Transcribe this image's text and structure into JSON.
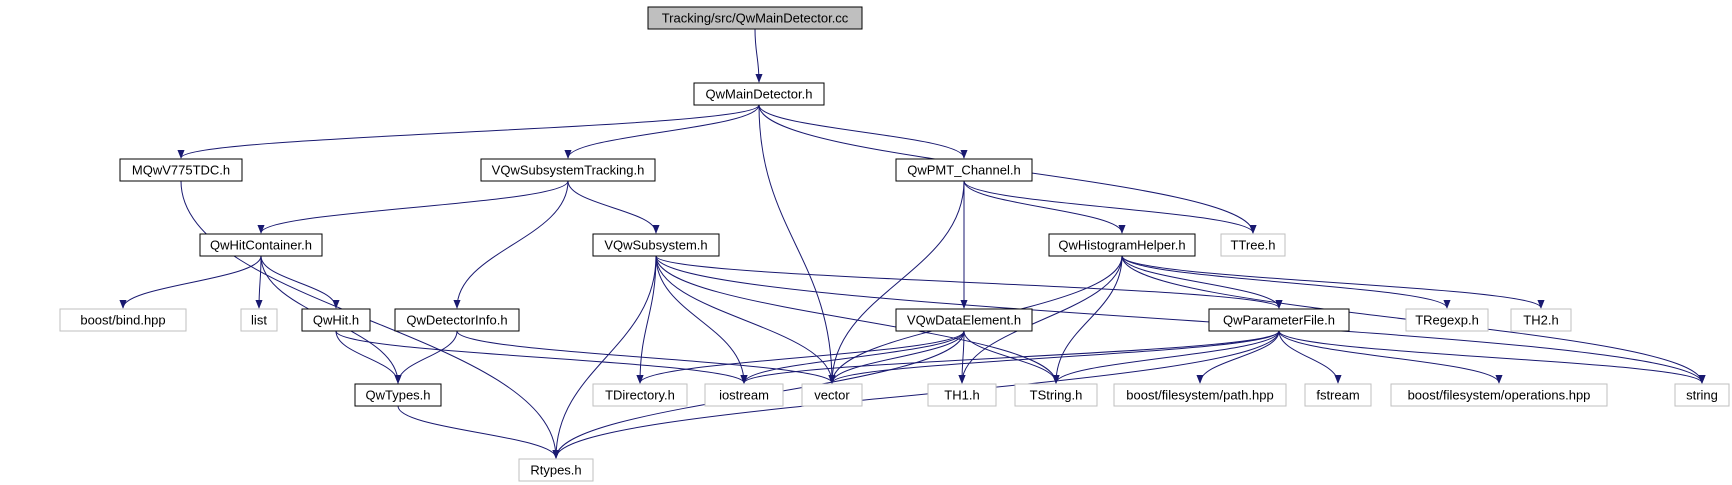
{
  "title": "Tracking/src/QwMainDetector.cc",
  "colors": {
    "edge": "#191970",
    "root_fill": "#bfbfbf",
    "node_border": "#000000",
    "external_border": "#bfbfbf",
    "text": "#000000"
  },
  "nodes": [
    {
      "id": "root",
      "label": "Tracking/src/QwMainDetector.cc",
      "kind": "root"
    },
    {
      "id": "main",
      "label": "QwMainDetector.h",
      "kind": "internal"
    },
    {
      "id": "mqw",
      "label": "MQwV775TDC.h",
      "kind": "internal"
    },
    {
      "id": "vst",
      "label": "VQwSubsystemTracking.h",
      "kind": "internal"
    },
    {
      "id": "pmt",
      "label": "QwPMT_Channel.h",
      "kind": "internal"
    },
    {
      "id": "hitc",
      "label": "QwHitContainer.h",
      "kind": "internal"
    },
    {
      "id": "vsub",
      "label": "VQwSubsystem.h",
      "kind": "internal"
    },
    {
      "id": "hist",
      "label": "QwHistogramHelper.h",
      "kind": "internal"
    },
    {
      "id": "ttree",
      "label": "TTree.h",
      "kind": "external"
    },
    {
      "id": "bind",
      "label": "boost/bind.hpp",
      "kind": "external"
    },
    {
      "id": "list",
      "label": "list",
      "kind": "external"
    },
    {
      "id": "qwhit",
      "label": "QwHit.h",
      "kind": "internal"
    },
    {
      "id": "detinfo",
      "label": "QwDetectorInfo.h",
      "kind": "internal"
    },
    {
      "id": "vde",
      "label": "VQwDataElement.h",
      "kind": "internal"
    },
    {
      "id": "param",
      "label": "QwParameterFile.h",
      "kind": "internal"
    },
    {
      "id": "tregexp",
      "label": "TRegexp.h",
      "kind": "external"
    },
    {
      "id": "th2",
      "label": "TH2.h",
      "kind": "external"
    },
    {
      "id": "types",
      "label": "QwTypes.h",
      "kind": "internal"
    },
    {
      "id": "tdir",
      "label": "TDirectory.h",
      "kind": "external"
    },
    {
      "id": "iostream",
      "label": "iostream",
      "kind": "external"
    },
    {
      "id": "vector",
      "label": "vector",
      "kind": "external"
    },
    {
      "id": "th1",
      "label": "TH1.h",
      "kind": "external"
    },
    {
      "id": "tstring",
      "label": "TString.h",
      "kind": "external"
    },
    {
      "id": "fspath",
      "label": "boost/filesystem/path.hpp",
      "kind": "external"
    },
    {
      "id": "fstream",
      "label": "fstream",
      "kind": "external"
    },
    {
      "id": "fsops",
      "label": "boost/filesystem/operations.hpp",
      "kind": "external"
    },
    {
      "id": "string",
      "label": "string",
      "kind": "external"
    },
    {
      "id": "rtypes",
      "label": "Rtypes.h",
      "kind": "external"
    }
  ],
  "edges": [
    [
      "root",
      "main"
    ],
    [
      "main",
      "mqw"
    ],
    [
      "main",
      "vst"
    ],
    [
      "main",
      "pmt"
    ],
    [
      "main",
      "vector"
    ],
    [
      "main",
      "ttree"
    ],
    [
      "mqw",
      "rtypes"
    ],
    [
      "vst",
      "hitc"
    ],
    [
      "vst",
      "vsub"
    ],
    [
      "vst",
      "detinfo"
    ],
    [
      "pmt",
      "vde"
    ],
    [
      "pmt",
      "hist"
    ],
    [
      "pmt",
      "ttree"
    ],
    [
      "pmt",
      "vector"
    ],
    [
      "hitc",
      "bind"
    ],
    [
      "hitc",
      "list"
    ],
    [
      "hitc",
      "qwhit"
    ],
    [
      "hitc",
      "types"
    ],
    [
      "vsub",
      "tdir"
    ],
    [
      "vsub",
      "iostream"
    ],
    [
      "vsub",
      "vector"
    ],
    [
      "vsub",
      "rtypes"
    ],
    [
      "vsub",
      "param"
    ],
    [
      "vsub",
      "tstring"
    ],
    [
      "vsub",
      "string"
    ],
    [
      "hist",
      "param"
    ],
    [
      "hist",
      "tregexp"
    ],
    [
      "hist",
      "th2"
    ],
    [
      "hist",
      "th1"
    ],
    [
      "hist",
      "tstring"
    ],
    [
      "hist",
      "vector"
    ],
    [
      "hist",
      "string"
    ],
    [
      "qwhit",
      "types"
    ],
    [
      "qwhit",
      "iostream"
    ],
    [
      "detinfo",
      "types"
    ],
    [
      "detinfo",
      "vector"
    ],
    [
      "vde",
      "iostream"
    ],
    [
      "vde",
      "vector"
    ],
    [
      "vde",
      "th1"
    ],
    [
      "vde",
      "tstring"
    ],
    [
      "vde",
      "rtypes"
    ],
    [
      "vde",
      "tdir"
    ],
    [
      "param",
      "vector"
    ],
    [
      "param",
      "iostream"
    ],
    [
      "param",
      "tstring"
    ],
    [
      "param",
      "fspath"
    ],
    [
      "param",
      "fstream"
    ],
    [
      "param",
      "fsops"
    ],
    [
      "param",
      "string"
    ],
    [
      "param",
      "rtypes"
    ],
    [
      "types",
      "rtypes"
    ]
  ]
}
